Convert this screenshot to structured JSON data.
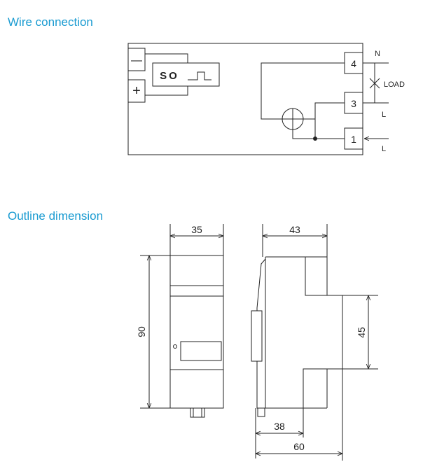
{
  "headings": {
    "wire_connection": "Wire connection",
    "outline_dimension": "Outline dimension"
  },
  "wiring": {
    "terminal_minus": "—",
    "terminal_plus": "+",
    "so_label": "SO",
    "terminal_4": "4",
    "terminal_3": "3",
    "terminal_1": "1",
    "label_n": "N",
    "label_load": "LOAD",
    "label_l_top": "L",
    "label_l_bottom": "L"
  },
  "dimensions": {
    "front_width": "35",
    "front_height": "90",
    "side_depth": "43",
    "side_height": "45",
    "base_depth_38": "38",
    "base_depth_60": "60"
  },
  "colors": {
    "heading": "#1a9bd1",
    "line": "#222222"
  }
}
